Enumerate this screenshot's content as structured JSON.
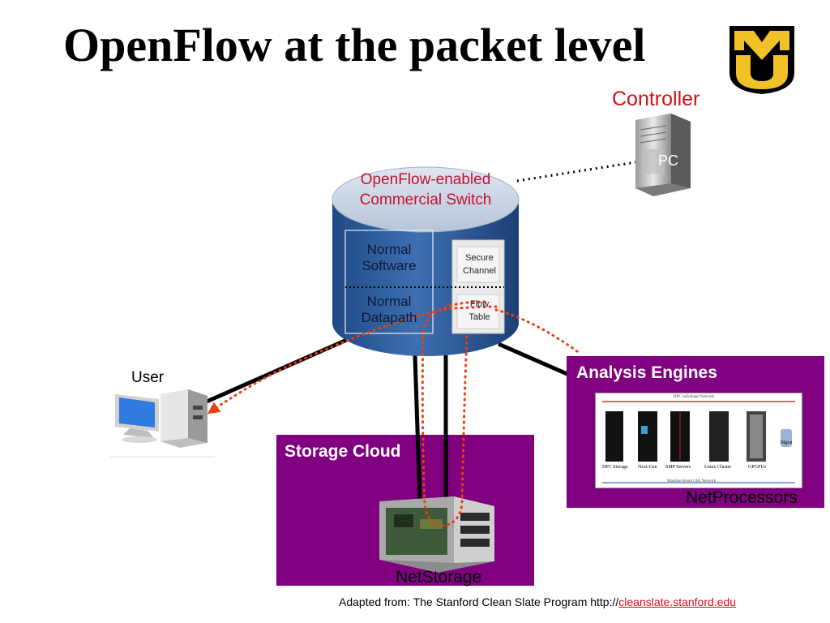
{
  "title": "OpenFlow at the packet level",
  "controller": {
    "label": "Controller",
    "pc_label": "PC"
  },
  "switch": {
    "label_line1": "OpenFlow-enabled",
    "label_line2": "Commercial Switch",
    "normal_software_line1": "Normal",
    "normal_software_line2": "Software",
    "normal_datapath_line1": "Normal",
    "normal_datapath_line2": "Datapath",
    "secure_line1": "Secure",
    "secure_line2": "Channel",
    "flow_line1": "Flow",
    "flow_line2": "Table"
  },
  "user": {
    "label": "User"
  },
  "analysis": {
    "title": "Analysis Engines",
    "netprocessors": "NetProcessors",
    "panel": {
      "top_network": "HPC Infiniband Network",
      "bottom_network": "Machine Room GbE Network",
      "racks": [
        "HPC Storage",
        "Next-Gen",
        "SMP Servers",
        "Linux Cluster",
        "GPGPUs",
        "Mgmt"
      ]
    }
  },
  "storage": {
    "title": "Storage Cloud",
    "netstorage": "NetStorage"
  },
  "credit": {
    "prefix": "Adapted from: The Stanford Clean Slate Program http://",
    "link": "cleanslate.stanford.edu"
  },
  "colors": {
    "accent_red": "#d0101a",
    "purple": "#800080",
    "switch_blue": "#2f5f9e",
    "dotted_orange": "#e8400f"
  }
}
